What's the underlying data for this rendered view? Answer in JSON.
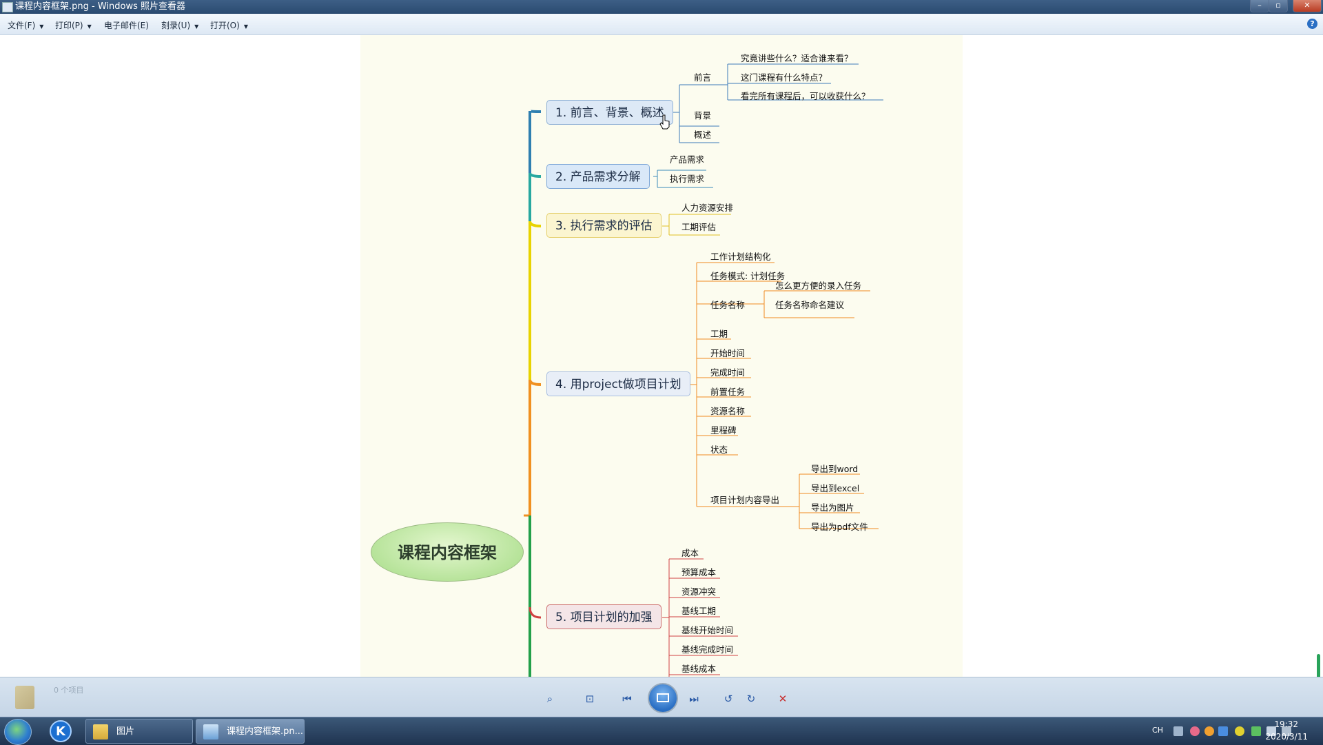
{
  "window": {
    "title": "课程内容框架.png - Windows 照片查看器",
    "minimize": "–",
    "maximize": "▫",
    "close": "✕"
  },
  "menu": [
    {
      "label": "文件(F)"
    },
    {
      "label": "打印(P)"
    },
    {
      "label": "电子邮件(E)"
    },
    {
      "label": "刻录(U)"
    },
    {
      "label": "打开(O)"
    }
  ],
  "help_label": "?",
  "mindmap": {
    "root": "课程内容框架",
    "topics": [
      {
        "label": "1. 前言、背景、概述"
      },
      {
        "label": "2. 产品需求分解"
      },
      {
        "label": "3. 执行需求的评估"
      },
      {
        "label": "4. 用project做项目计划"
      },
      {
        "label": "5. 项目计划的加强"
      }
    ],
    "t1": {
      "qianyan": "前言",
      "qianyan_items": [
        "究竟讲些什么？适合谁来看？",
        "这门课程有什么特点？",
        "看完所有课程后，可以收获什么？"
      ],
      "beijing": "背景",
      "gaishu": "概述"
    },
    "t2": [
      "产品需求",
      "执行需求"
    ],
    "t3": [
      "人力资源安排",
      "工期评估"
    ],
    "t4": {
      "items": [
        "工作计划结构化",
        "任务模式: 计划任务",
        "任务名称",
        "工期",
        "开始时间",
        "完成时间",
        "前置任务",
        "资源名称",
        "里程碑",
        "状态",
        "项目计划内容导出"
      ],
      "task_name_children": [
        "怎么更方便的录入任务",
        "任务名称命名建议"
      ],
      "export_children": [
        "导出到word",
        "导出到excel",
        "导出为图片",
        "导出为pdf文件"
      ]
    },
    "t5": [
      "成本",
      "预算成本",
      "资源冲突",
      "基线工期",
      "基线开始时间",
      "基线完成时间",
      "基线成本"
    ]
  },
  "toolbar": {
    "file_label": "0 个项目",
    "zoom": "⌕",
    "fit": "⊡",
    "prev": "⏮",
    "next": "⏭",
    "rotate_left": "↺",
    "rotate_right": "↻",
    "delete": "✕"
  },
  "taskbar": {
    "k_label": "K",
    "tasks": [
      {
        "label": "图片"
      },
      {
        "label": "课程内容框架.pn..."
      }
    ],
    "lang": "CH",
    "time": "19:32",
    "date": "2020/3/11"
  },
  "colors": {
    "accent": "#2a6fc4",
    "branch_blue": "#2f7fb0",
    "branch_teal": "#28a8a0",
    "branch_yellow": "#e8d300",
    "branch_orange": "#f09020",
    "branch_green": "#23a04a",
    "branch_red": "#d04040"
  }
}
